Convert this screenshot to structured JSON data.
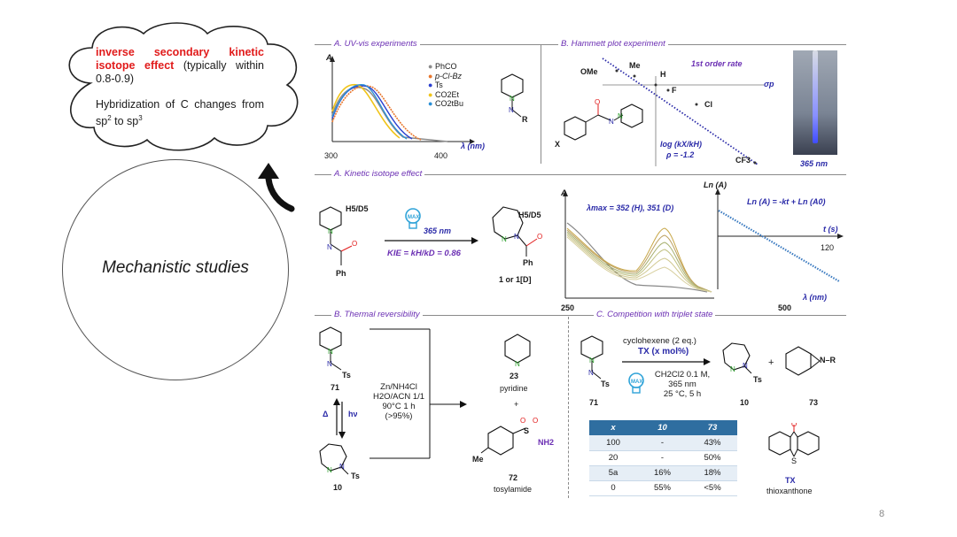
{
  "cloud": {
    "highlight": "inverse secondary kinetic isotope effect",
    "after_highlight": " (typically within 0.8-0.9)",
    "line2_prefix": "Hybridization of C changes from sp",
    "sup1": "2",
    "mid": " to sp",
    "sup2": "3"
  },
  "circle": {
    "label": "Mechanistic studies"
  },
  "sections": {
    "uv": "A. UV-vis experiments",
    "hammett": "B. Hammett plot experiment",
    "kie": "A. Kinetic isotope effect",
    "thermal": "B. Thermal reversibility",
    "competition": "C. Competition with triplet state"
  },
  "uv": {
    "axis_y": "A",
    "axis_x": "λ (nm)",
    "tick_300": "300",
    "tick_400": "400",
    "legend": [
      {
        "label": "PhCO",
        "color": "#8c8c8c"
      },
      {
        "label": "p-Cl-Bz",
        "color": "#e8772e"
      },
      {
        "label": "Ts",
        "color": "#2b3fcf"
      },
      {
        "label": "CO2Et",
        "color": "#f0c419"
      },
      {
        "label": "CO2tBu",
        "color": "#2b8fd6"
      }
    ],
    "mol_R": "R",
    "mol_N": "N"
  },
  "hammett": {
    "ome": "OMe",
    "me": "Me",
    "h": "H",
    "f": "F",
    "cl": "Cl",
    "cf3": "CF3",
    "first_order": "1st order rate",
    "sigma": "σp",
    "log_label": "log (kX/kH)",
    "rho": "ρ = -1.2",
    "x_sub": "X",
    "photo_label": "365 nm"
  },
  "kie": {
    "h5d5": "H5/D5",
    "nm365": "365 nm",
    "kie_eq": "KIE = kH/kD = 0.86",
    "ph": "Ph",
    "product": "1 or 1[D]",
    "lambda_max": "λmax = 352 (H), 351 (D)",
    "axis_a": "A",
    "tick_250": "250",
    "tick_500": "500",
    "lambda_nm": "λ (nm)",
    "ln_axis": "Ln (A)",
    "ln_eq": "Ln (A) = -kt + Ln (A0)",
    "t_s": "t (s)",
    "tick_120": "120"
  },
  "thermal": {
    "cmpd71": "71",
    "cmpd10": "10",
    "delta": "Δ",
    "hv": "hν",
    "ts": "Ts",
    "cond1": "Zn/NH4Cl",
    "cond2": "H2O/ACN 1/1",
    "cond3": "90°C 1 h",
    "cond4": "(>95%)",
    "p23": "23",
    "pyridine": "pyridine",
    "plus": "+",
    "p72": "72",
    "tosylamide": "tosylamide",
    "me": "Me",
    "nh2": "NH2"
  },
  "competition": {
    "cyclohexene": "cyclohexene (2 eq.)",
    "tx": "TX (x mol%)",
    "solvent": "CH2Cl2 0.1 M,",
    "nm": "365 nm",
    "temp": "25 °C, 5 h",
    "c71": "71",
    "c10": "10",
    "c73": "73",
    "plus": "+",
    "nr": "N–R",
    "table_headers": [
      "x",
      "10",
      "73"
    ],
    "table_rows": [
      [
        "100",
        "-",
        "43%"
      ],
      [
        "20",
        "-",
        "50%"
      ],
      [
        "5a",
        "16%",
        "18%"
      ],
      [
        "0",
        "55%",
        "<5%"
      ]
    ],
    "tx_label": "TX",
    "thioxanthone": "thioxanthone"
  },
  "page_number": "8"
}
